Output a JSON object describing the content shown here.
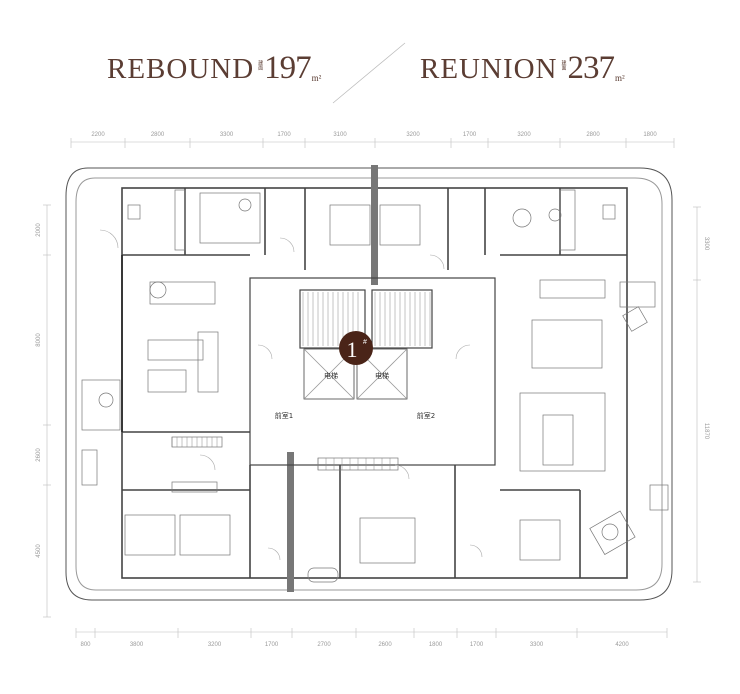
{
  "units": [
    {
      "name": "REBOUND",
      "prefix": "建面",
      "area": "197",
      "unit": "m²"
    },
    {
      "name": "REUNION",
      "prefix": "建面",
      "area": "237",
      "unit": "m²"
    }
  ],
  "dimensions": {
    "top": [
      "2200",
      "2800",
      "3300",
      "1700",
      "3100",
      "3200",
      "1700",
      "3200",
      "2800",
      "1800"
    ],
    "bottom": [
      "800",
      "3800",
      "3200",
      "1700",
      "2700",
      "2600",
      "1800",
      "1700",
      "3300",
      "4200"
    ],
    "left": [
      "2000",
      "8000",
      "2600",
      "4500"
    ],
    "right": [
      "3300",
      "11870"
    ]
  },
  "core": {
    "building_no": "1",
    "building_suffix": "#",
    "elevator1": "电梯",
    "elevator2": "电梯",
    "lobby1": "前室1",
    "lobby2": "前室2"
  },
  "colors": {
    "title": "#5b3d33",
    "badge": "#4a2418",
    "wall": "#444444"
  }
}
